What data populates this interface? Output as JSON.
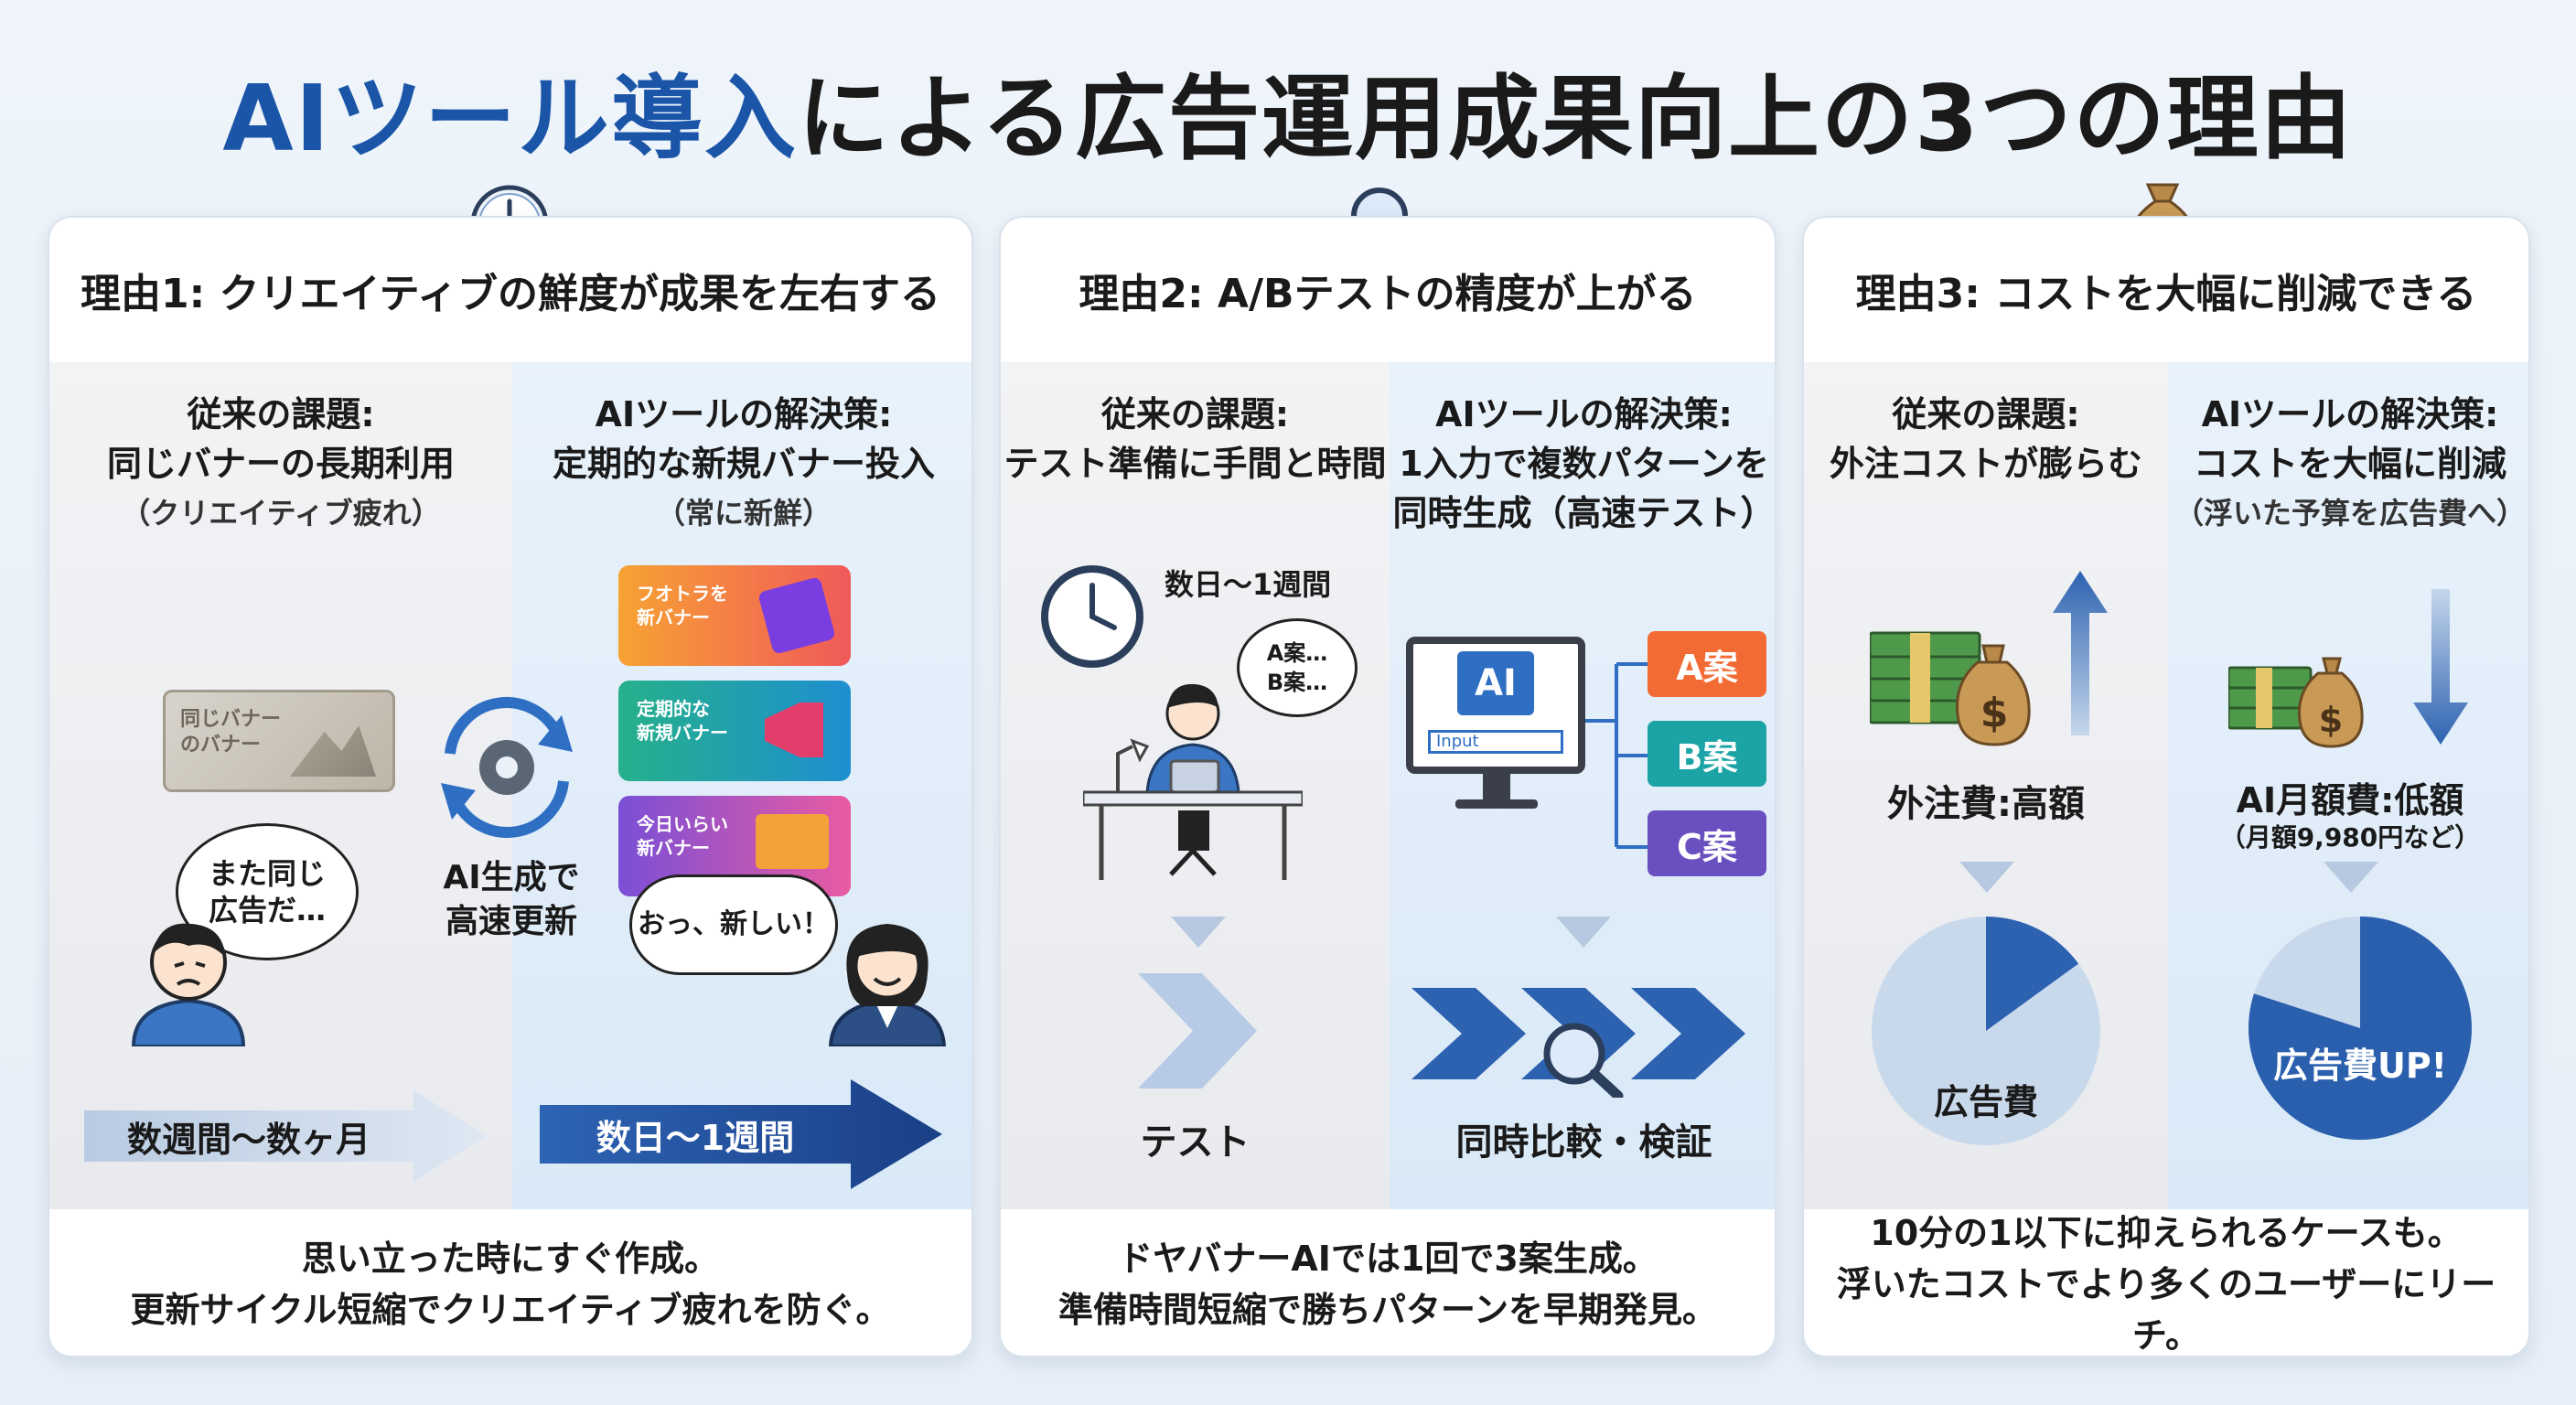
{
  "title": {
    "highlight": "AIツール導入",
    "rest": "による広告運用成果向上の3つの理由"
  },
  "colors": {
    "accent": "#1a55a8",
    "blue_dark": "#1f4f9a",
    "blue_light": "#a9c6e6",
    "orange": "#f26a34",
    "teal": "#1ba3a6",
    "purple": "#6a4fc0"
  },
  "icons": {
    "card1": "clock-icon",
    "card2": "magnifier-icon",
    "card3": "money-bag-icon"
  },
  "card1": {
    "heading": "理由1: クリエイティブの鮮度が成果を左右する",
    "left": {
      "title": "従来の課題:",
      "line": "同じバナーの長期利用",
      "sub": "（クリエイティブ疲れ）",
      "banner": "同じバナー\nのバナー",
      "bubble": "また同じ\n広告だ…",
      "arrow": "数週間〜数ヶ月"
    },
    "center": {
      "label": "AI生成で\n高速更新"
    },
    "right": {
      "title": "AIツールの解決策:",
      "line": "定期的な新規バナー投入",
      "sub": "（常に新鮮）",
      "banners": [
        "フオトラを\n新バナー",
        "定期的な\n新規バナー",
        "今日いらい\n新バナー"
      ],
      "bubble": "おっ、新しい！",
      "arrow": "数日〜1週間"
    },
    "footer": [
      "思い立った時にすぐ作成。",
      "更新サイクル短縮でクリエイティブ疲れを防ぐ。"
    ]
  },
  "card2": {
    "heading": "理由2: A/Bテストの精度が上がる",
    "left": {
      "title": "従来の課題:",
      "line": "テスト準備に手間と時間",
      "duration": "数日〜1週間",
      "bubble": "A案…\nB案…",
      "label": "テスト"
    },
    "right": {
      "title": "AIツールの解決策:",
      "line": "1入力で複数パターンを",
      "line2": "同時生成（高速テスト）",
      "chip": "AI",
      "input": "Input",
      "options": [
        "A案",
        "B案",
        "C案"
      ],
      "label": "同時比較・検証"
    },
    "footer": [
      "ドヤバナーAIでは1回で3案生成。",
      "準備時間短縮で勝ちパターンを早期発見。"
    ]
  },
  "card3": {
    "heading": "理由3: コストを大幅に削減できる",
    "left": {
      "title": "従来の課題:",
      "line": "外注コストが膨らむ",
      "cost": "外注費:高額",
      "pie_label": "広告費",
      "pie_share": 0.15
    },
    "right": {
      "title": "AIツールの解決策:",
      "line": "コストを大幅に削減",
      "sub": "（浮いた予算を広告費へ）",
      "cost": "AI月額費:低額",
      "cost_sub": "（月額9,980円など）",
      "pie_label": "広告費UP!",
      "pie_share": 0.8
    },
    "footer": [
      "10分の1以下に抑えられるケースも。",
      "浮いたコストでより多くのユーザーにリーチ。"
    ]
  }
}
